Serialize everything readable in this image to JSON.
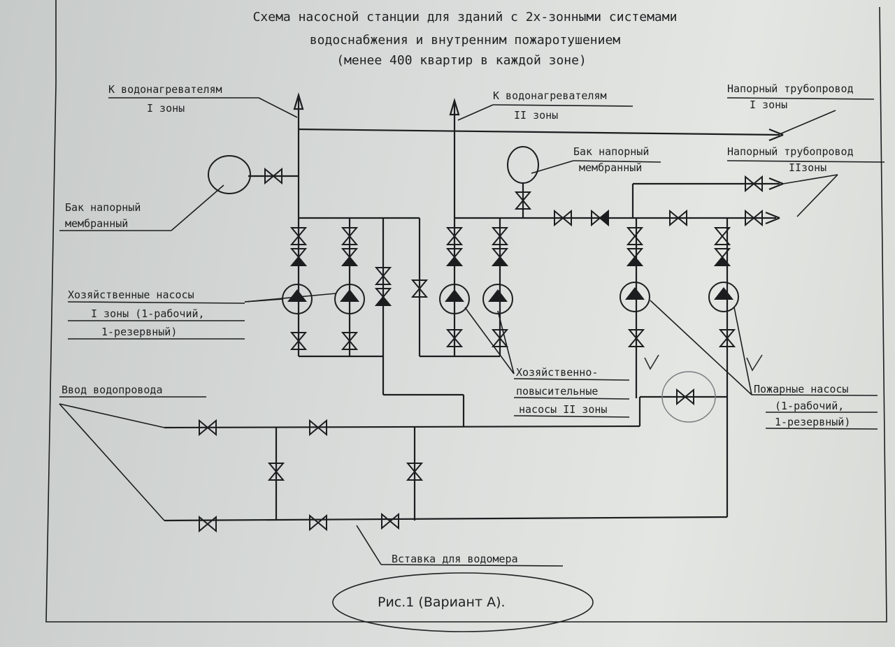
{
  "title": {
    "line1": "Схема насосной станции для зданий с 2х-зонными системами",
    "line2": "водоснабжения и внутренним пожаротушением",
    "line3": "(менее 400 квартир в каждой зоне)"
  },
  "labels": {
    "heaters_zone1_a": "К водонагревателям",
    "heaters_zone1_b": "I зоны",
    "heaters_zone2_a": "К водонагревателям",
    "heaters_zone2_b": "II зоны",
    "pressure_pipe_zone1_a": "Напорный трубопровод",
    "pressure_pipe_zone1_b": "I зоны",
    "pressure_pipe_zone2_a": "Напорный трубопровод",
    "pressure_pipe_zone2_b": "IIзоны",
    "tank_left_a": "Бак напорный",
    "tank_left_b": "мембранный",
    "tank_right_a": "Бак напорный",
    "tank_right_b": "мембранный",
    "household_pumps_a": "Хозяйственные насосы",
    "household_pumps_b": "I зоны (1-рабочий,",
    "household_pumps_c": "1-резервный)",
    "booster_pumps_a": "Хозяйственно-",
    "booster_pumps_b": "повысительные",
    "booster_pumps_c": "насосы II зоны",
    "fire_pumps_a": "Пожарные насосы",
    "fire_pumps_b": "(1-рабочий,",
    "fire_pumps_c": "1-резервный)",
    "water_inlet": "Ввод водопровода",
    "meter_insert": "Вставка для водомера",
    "caption": "Рис.1 (Вариант А)."
  }
}
